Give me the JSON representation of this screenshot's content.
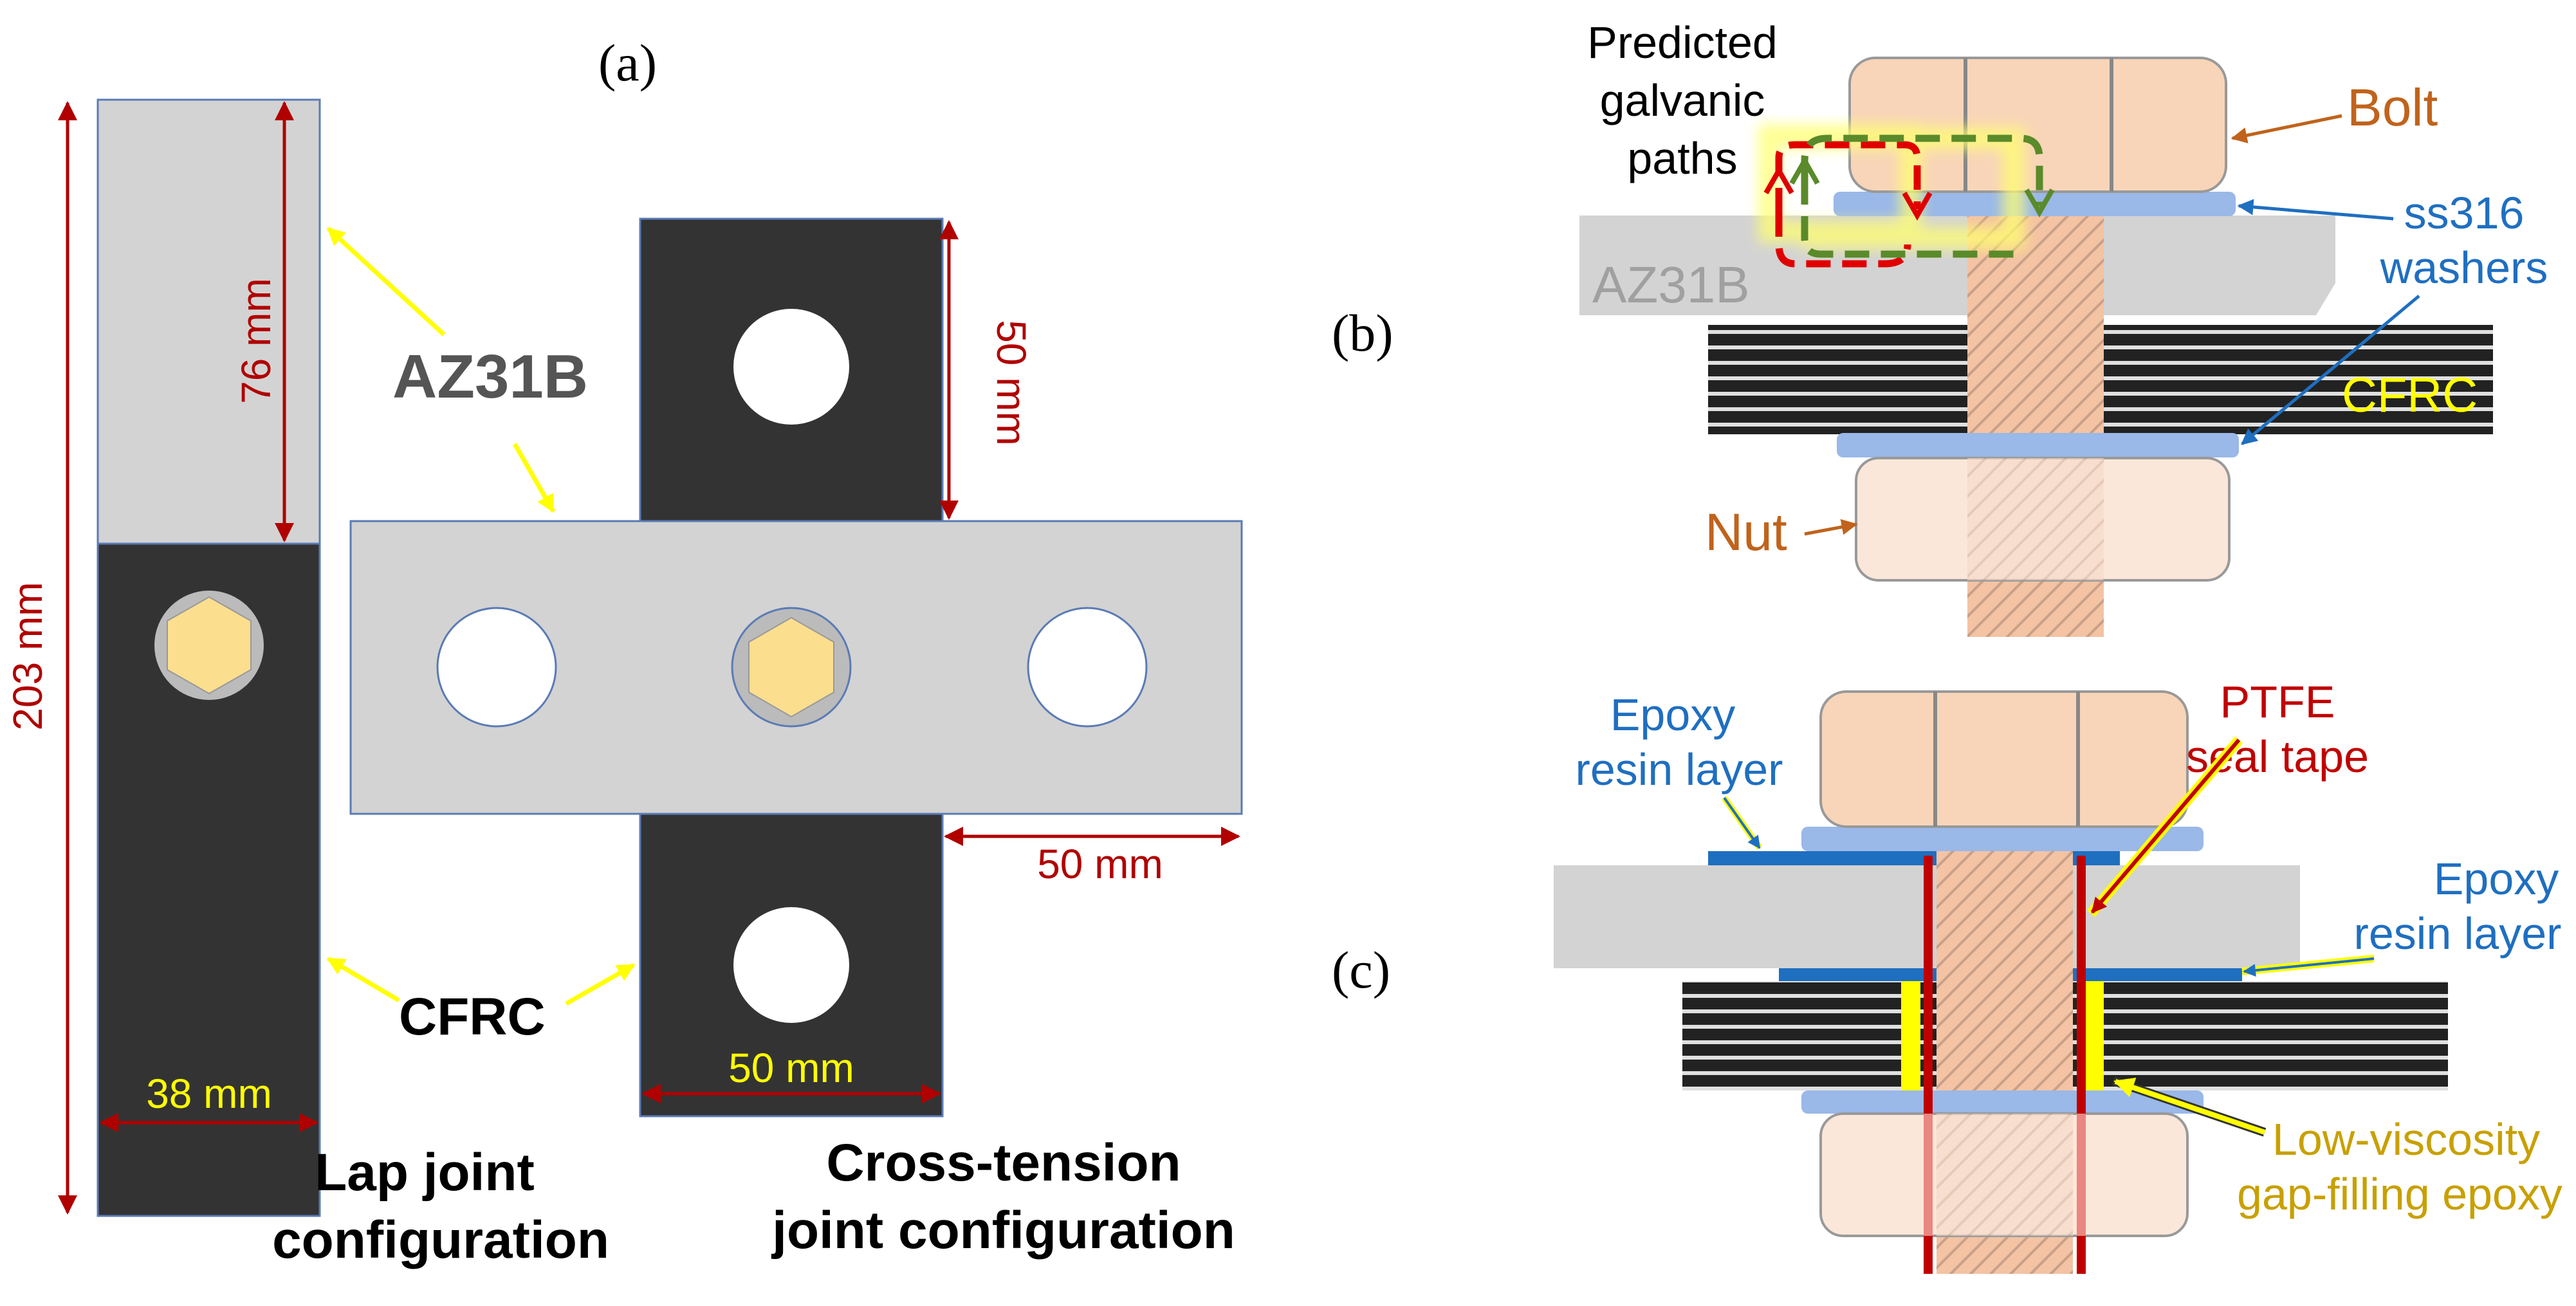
{
  "panels": {
    "a": "(a)",
    "b": "(b)",
    "c": "(c)"
  },
  "panel_a": {
    "az31b_label": "AZ31B",
    "cfrc_label": "CFRC",
    "dim_203": "203 mm",
    "dim_76": "76 mm",
    "dim_38": "38 mm",
    "dim_50_vertical": "50 mm",
    "dim_50_horizontal": "50 mm",
    "dim_50_bottom": "50 mm",
    "lap_caption_line1": "Lap joint",
    "lap_caption_line2": "configuration",
    "cross_caption_line1": "Cross-tension",
    "cross_caption_line2": "joint configuration"
  },
  "panel_b": {
    "galvanic_line1": "Predicted",
    "galvanic_line2": "galvanic",
    "galvanic_line3": "paths",
    "bolt": "Bolt",
    "washers_line1": "ss316",
    "washers_line2": "washers",
    "az31b": "AZ31B",
    "cfrc": "CFRC",
    "nut": "Nut"
  },
  "panel_c": {
    "epoxy_left_line1": "Epoxy",
    "epoxy_left_line2": "resin layer",
    "ptfe_line1": "PTFE",
    "ptfe_line2": "seal tape",
    "epoxy_right_line1": "Epoxy",
    "epoxy_right_line2": "resin layer",
    "lowvisc_line1": "Low-viscosity",
    "lowvisc_line2": "gap-filling epoxy"
  },
  "colors": {
    "magnesium": "#d3d3d3",
    "cfrc": "#333333",
    "dimension": "#b00000",
    "leader": "#ffff00",
    "bolt": "#f8d5b8",
    "washer": "#9ab8e8",
    "epoxy_layer": "#1f6fc0",
    "ptfe": "#c00000",
    "gap_epoxy": "#ffff00",
    "galvanic_red": "#e00000",
    "galvanic_green": "#5a8a2a"
  }
}
